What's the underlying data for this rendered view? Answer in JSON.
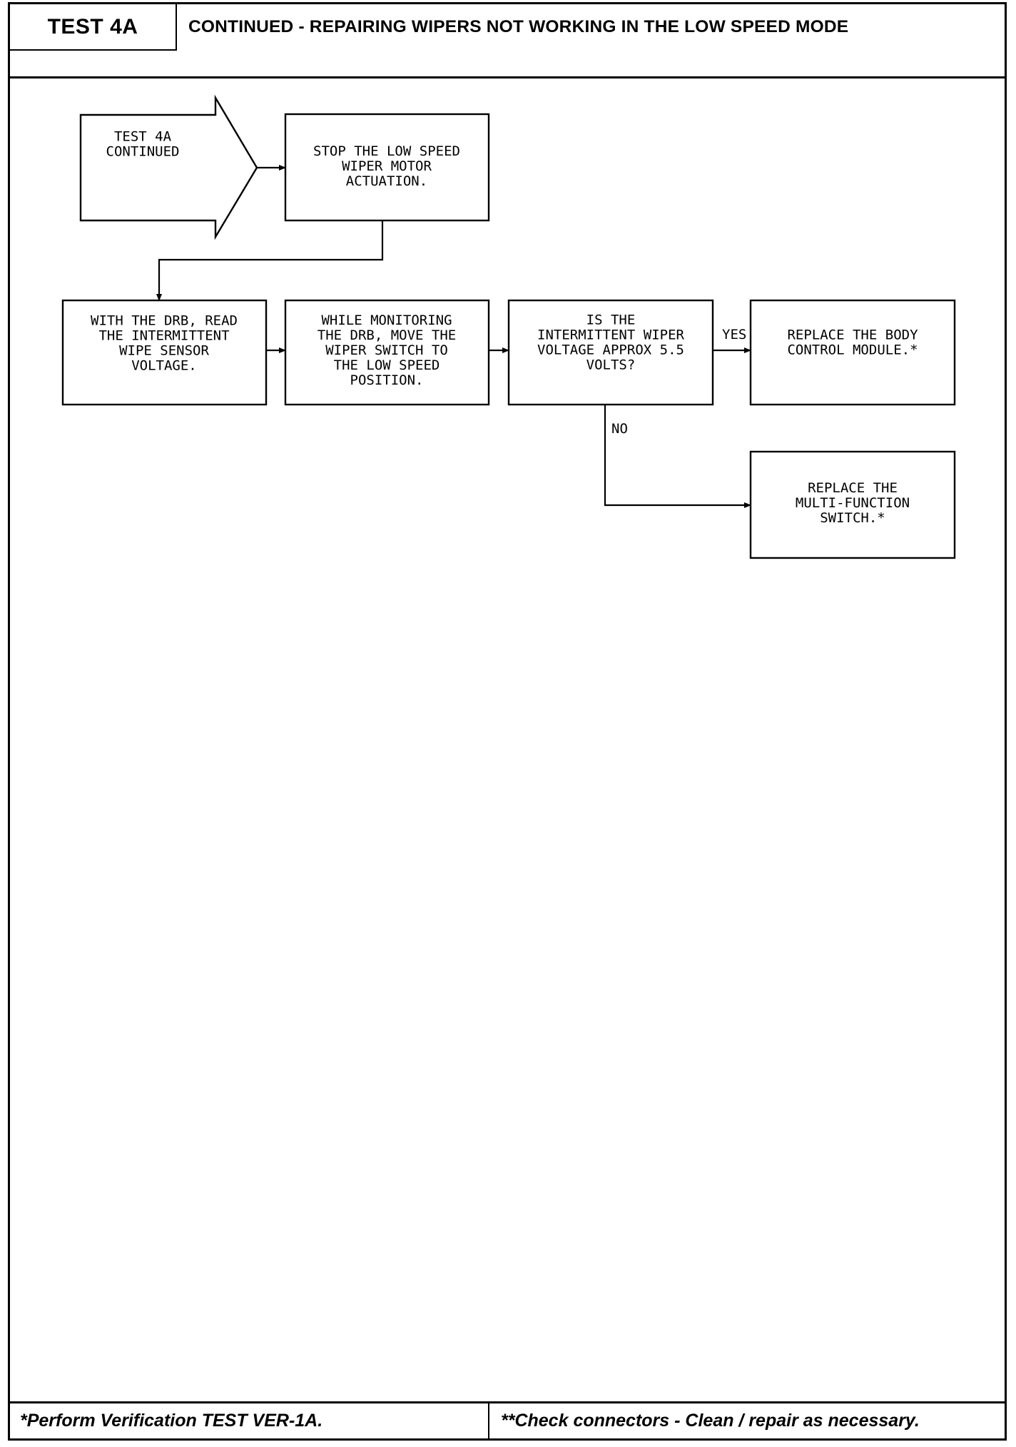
{
  "header": {
    "test_label": "TEST 4A",
    "title": "CONTINUED - REPAIRING WIPERS NOT WORKING IN THE LOW SPEED MODE"
  },
  "flowchart": {
    "start": {
      "lines": [
        "TEST 4A",
        "CONTINUED"
      ]
    },
    "steps": [
      {
        "id": "stop",
        "lines": [
          "STOP THE LOW SPEED",
          "WIPER MOTOR",
          "ACTUATION."
        ]
      },
      {
        "id": "read",
        "lines": [
          "WITH THE DRB, READ",
          "THE INTERMITTENT",
          "WIPE SENSOR",
          "VOLTAGE."
        ]
      },
      {
        "id": "monitor",
        "lines": [
          "WHILE MONITORING",
          "THE DRB, MOVE THE",
          "WIPER SWITCH TO",
          "THE LOW SPEED",
          "POSITION."
        ]
      },
      {
        "id": "question",
        "lines": [
          "IS THE",
          "INTERMITTENT WIPER",
          "VOLTAGE APPROX 5.5",
          "VOLTS?"
        ]
      },
      {
        "id": "bcm",
        "lines": [
          "REPLACE THE BODY",
          "CONTROL MODULE.*"
        ]
      },
      {
        "id": "mfs",
        "lines": [
          "REPLACE THE",
          "MULTI-FUNCTION",
          "SWITCH.*"
        ]
      }
    ],
    "branch_yes": "YES",
    "branch_no": "NO"
  },
  "footer": {
    "left": "*Perform Verification TEST VER-1A.",
    "right": "**Check connectors - Clean / repair as necessary."
  }
}
